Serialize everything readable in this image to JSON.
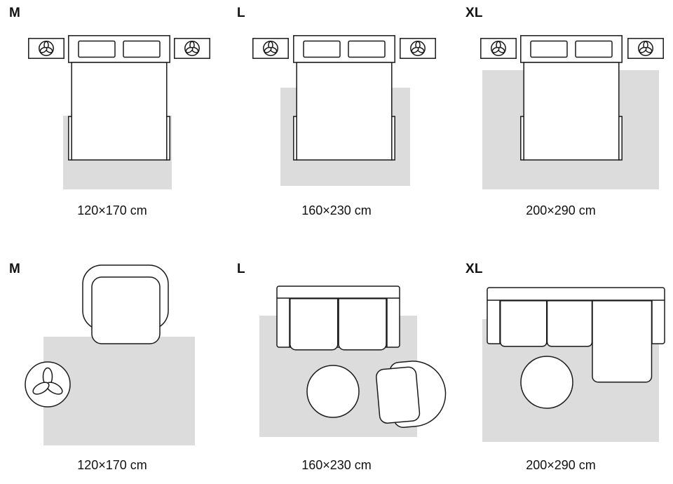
{
  "colors": {
    "background": "#ffffff",
    "rug_fill": "#dcdcdc",
    "line": "#1a1a1a",
    "text": "#111111"
  },
  "icons": {
    "nightstand_decor": "plant-icon",
    "side_table_decor": "plant-icon"
  },
  "rows": [
    {
      "scene": "bedroom",
      "panels": [
        {
          "size_label": "M",
          "dimensions": "120×170 cm"
        },
        {
          "size_label": "L",
          "dimensions": "160×230 cm"
        },
        {
          "size_label": "XL",
          "dimensions": "200×290 cm"
        }
      ]
    },
    {
      "scene": "living-room",
      "panels": [
        {
          "size_label": "M",
          "dimensions": "120×170 cm"
        },
        {
          "size_label": "L",
          "dimensions": "160×230 cm"
        },
        {
          "size_label": "XL",
          "dimensions": "200×290 cm"
        }
      ]
    }
  ]
}
